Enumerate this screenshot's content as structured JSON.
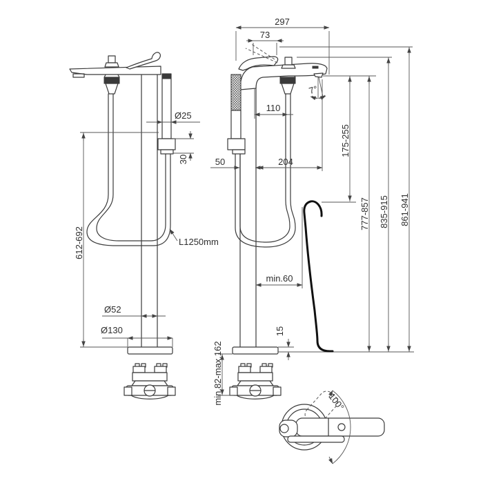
{
  "colors": {
    "object_line": "#3a3a3a",
    "dimension_line": "#555555",
    "tub_outline": "#111111",
    "background": "#ffffff",
    "text": "#2e2e2e"
  },
  "dims": {
    "overall_projection": "297",
    "handle_length": "73",
    "handshower_diameter": "Ø25",
    "holder_offset": "30",
    "outlet_offset": "110",
    "handshower_offset": "50",
    "spout_reach": "204",
    "spout_angle": "7°",
    "spout_to_rim": "175-255",
    "spout_height": "777-857",
    "body_height": "835-915",
    "max_height": "861-941",
    "rim_clearance": "min.60",
    "holder_height": "612-692",
    "hose_length": "L1250mm",
    "column_diameter": "Ø52",
    "base_diameter": "Ø130",
    "base_plate_height": "15",
    "floor_depth": "min.82-max.162",
    "handle_swing": "100°"
  }
}
